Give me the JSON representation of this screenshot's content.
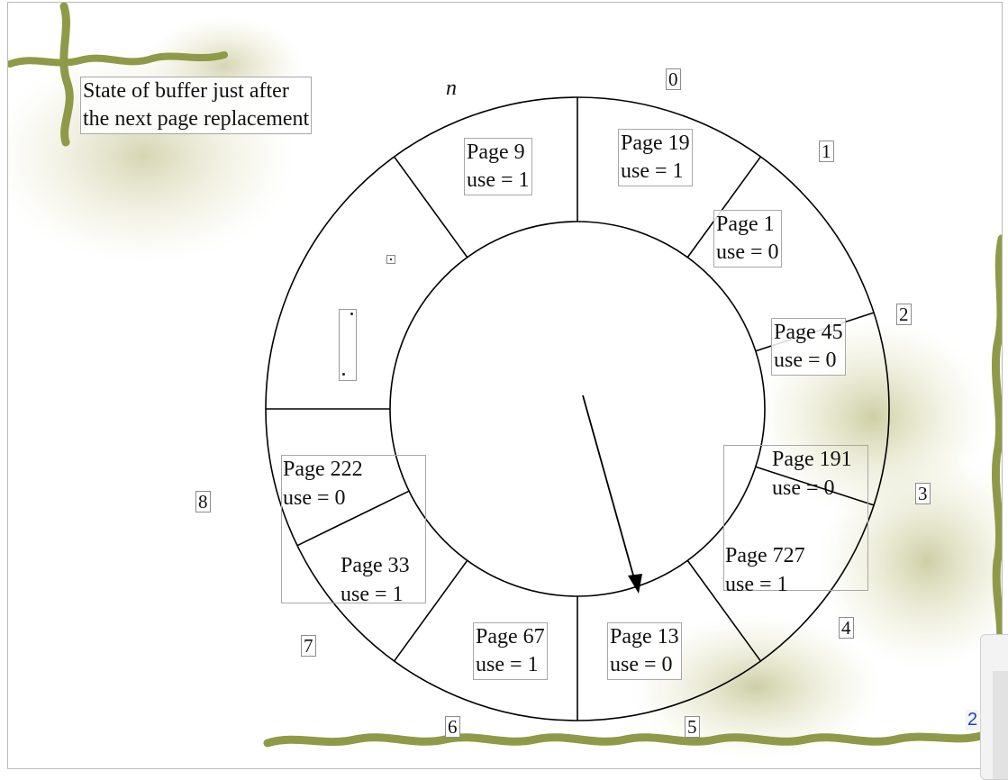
{
  "caption": {
    "line1": "State of buffer just after",
    "line2": "the next page replacement"
  },
  "frames": [
    {
      "page": "Page 19",
      "use": "use = 1"
    },
    {
      "page": "Page 1",
      "use": "use = 0"
    },
    {
      "page": "Page 45",
      "use": "use = 0"
    },
    {
      "page": "Page 191",
      "use": "use = 0"
    },
    {
      "page": "Page 727",
      "use": "use = 1"
    },
    {
      "page": "Page 13",
      "use": "use = 0"
    },
    {
      "page": "Page 67",
      "use": "use = 1"
    },
    {
      "page": "Page 33",
      "use": "use = 1"
    },
    {
      "page": "Page 222",
      "use": "use = 0"
    },
    {
      "page": "Page 9",
      "use": "use = 1"
    }
  ],
  "indices": [
    "0",
    "1",
    "2",
    "3",
    "4",
    "5",
    "6",
    "7",
    "8",
    "n"
  ],
  "corner_number": "2",
  "colors": {
    "line": "#000000",
    "label_border": "#a8a8a8",
    "decor": "#8f9a48",
    "corner_number": "#1a3fd1"
  }
}
